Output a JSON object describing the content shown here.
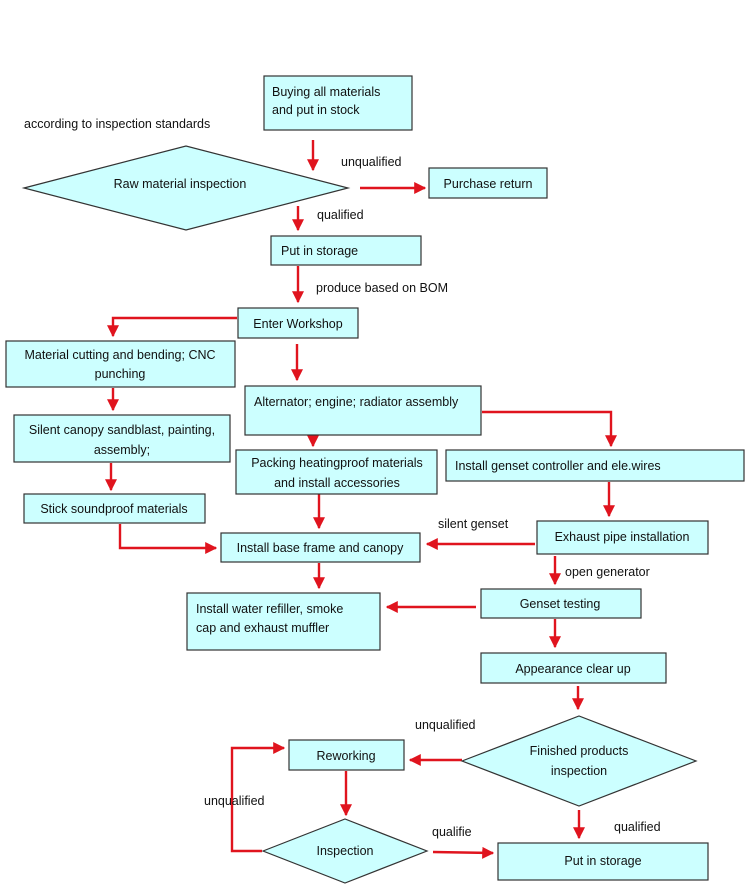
{
  "nodes": {
    "buying": [
      "Buying  all  materials",
      "and put in stock"
    ],
    "raw_inspection": [
      "Raw material inspection"
    ],
    "purchase_return": [
      "Purchase return"
    ],
    "put_storage_1": [
      "Put in storage"
    ],
    "enter_workshop": [
      "Enter Workshop"
    ],
    "material_cutting": [
      "Material cutting and bending; CNC",
      "punching"
    ],
    "alternator": [
      "Alternator; engine; radiator assembly"
    ],
    "silent_canopy": [
      "Silent canopy sandblast, painting,",
      "assembly;"
    ],
    "packing": [
      "Packing heatingproof materials",
      "and install accessories"
    ],
    "install_controller": [
      "Install genset controller and ele.wires"
    ],
    "stick_soundproof": [
      "Stick soundproof materials"
    ],
    "install_base": [
      "Install base frame and canopy"
    ],
    "exhaust_pipe": [
      "Exhaust pipe installation"
    ],
    "install_water": [
      "Install  water  refiller,  smoke",
      "cap and exhaust muffler"
    ],
    "genset_testing": [
      "Genset testing"
    ],
    "appearance": [
      "Appearance clear up"
    ],
    "reworking": [
      "Reworking"
    ],
    "finished_inspection": [
      "Finished products",
      "inspection"
    ],
    "inspection": [
      "Inspection"
    ],
    "put_storage_2": [
      "Put in storage"
    ]
  },
  "labels": {
    "according": "according to inspection standards",
    "unqualified_1": "unqualified",
    "qualified_1": "qualified",
    "produce_bom": "produce based on BOM",
    "silent_genset": "silent genset",
    "open_generator": "open generator",
    "unqualified_2": "unqualified",
    "unqualified_3": "unqualified",
    "qualifie": "qualifie",
    "qualified_2": "qualified"
  },
  "colors": {
    "node_fill": "#ccffff",
    "node_border": "#333333",
    "arrow": "#e0141e"
  }
}
